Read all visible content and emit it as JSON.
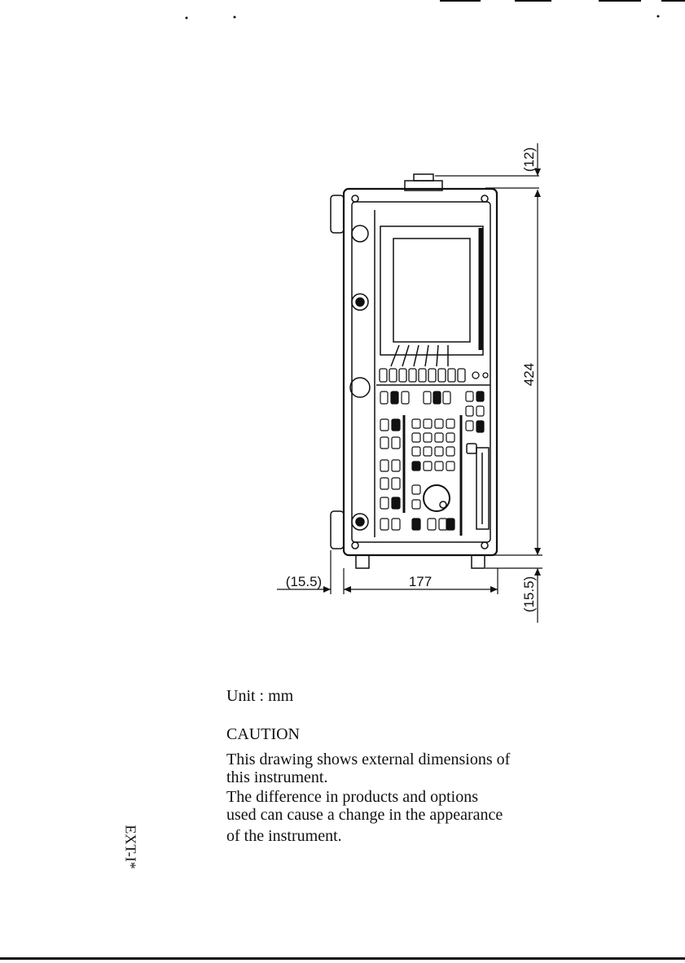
{
  "dimensions": {
    "top_offset": "(12)",
    "height": "424",
    "width": "177",
    "left_offset": "(15.5)",
    "bottom_offset": "(15.5)"
  },
  "notes": {
    "unit": "Unit : mm",
    "caution_title": "CAUTION",
    "caution_line1": "This drawing shows external dimensions of",
    "caution_line2": "this instrument.",
    "caution_line3": "The difference in products and options",
    "caution_line4": "used can cause a change in the appearance",
    "caution_line5": "of the instrument."
  },
  "page_id": "EXT-I*"
}
